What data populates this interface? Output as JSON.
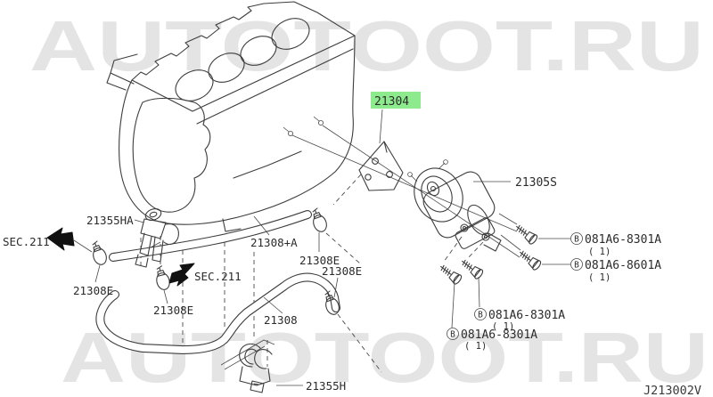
{
  "watermarks": {
    "top": "AUTOTOOT.RU",
    "bottom": "AUTOTOOT.RU"
  },
  "diagram": {
    "code": "J213002V",
    "highlight_color": "#8deb8d"
  },
  "callouts": {
    "bracket": "21304",
    "oil_cooler": "21305S",
    "valve": "21355HA",
    "hose_upper": "21308+A",
    "hose_lower": "21308",
    "clamp": "21308E",
    "clip": "21355H",
    "section_ref": "SEC.211",
    "bolt_marker": "B",
    "bolt_8301a": "081A6-8301A",
    "bolt_8601a": "081A6-8601A",
    "qty_one": "( 1)"
  }
}
